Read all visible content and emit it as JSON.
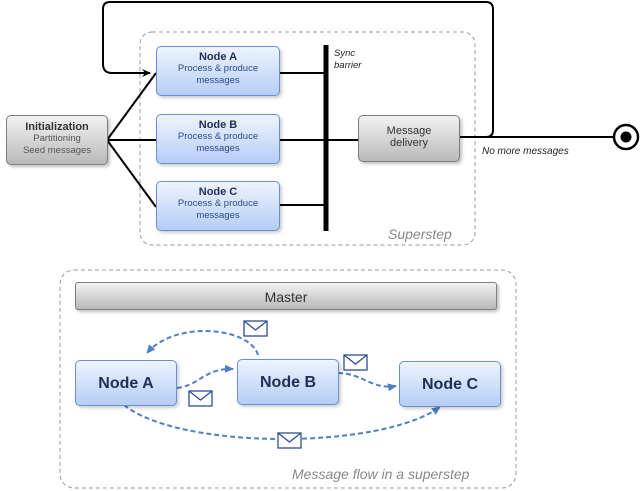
{
  "initialization": {
    "title": "Initialization",
    "line1": "Partitioning",
    "line2": "Seed messages"
  },
  "superstep": {
    "nodes": [
      {
        "title": "Node A",
        "line1": "Process & produce",
        "line2": "messages"
      },
      {
        "title": "Node B",
        "line1": "Process & produce",
        "line2": "messages"
      },
      {
        "title": "Node C",
        "line1": "Process & produce",
        "line2": "messages"
      }
    ],
    "sync_barrier": {
      "line1": "Sync",
      "line2": "barrier"
    },
    "message_delivery": {
      "line1": "Message",
      "line2": "delivery"
    },
    "label": "Superstep"
  },
  "end_label": "No more messages",
  "message_flow": {
    "master": "Master",
    "nodes": [
      "Node A",
      "Node B",
      "Node C"
    ],
    "label": "Message flow in a superstep"
  },
  "colors": {
    "node_fill": "#c9dbf8",
    "node_border": "#6c8ed3",
    "gray_fill": "#d0d0d0",
    "dashed_arrow": "#4f7fc4",
    "line": "#000000"
  },
  "icons": [
    "envelope-icon",
    "end-state-icon"
  ]
}
